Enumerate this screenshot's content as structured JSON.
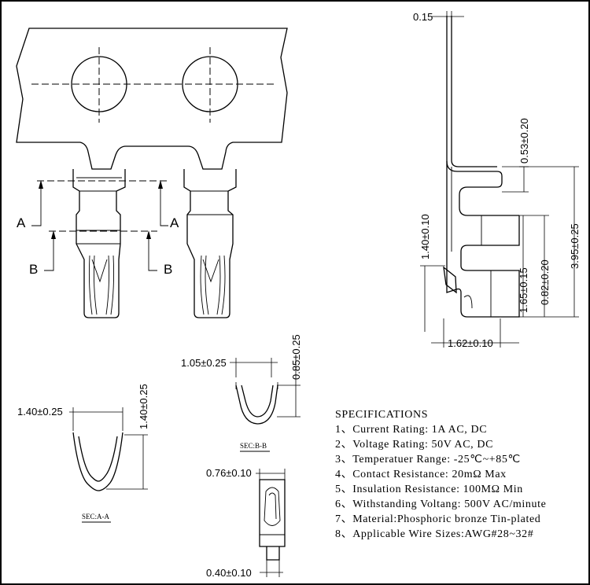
{
  "dimensions": {
    "top_thickness": "0.15",
    "upper_height": "0.53±0.20",
    "lower_height": "1.40±0.10",
    "total_height": "3.95±0.25",
    "mid_height": "1.65±0.15",
    "mid_small": "0.82±0.20",
    "bottom_width": "1.62±0.10",
    "secb_width": "1.05±0.25",
    "secb_height": "0.85±0.25",
    "seca_width": "1.40±0.25",
    "seca_height": "1.40±0.25",
    "detail_top_width": "0.76±0.10",
    "detail_bottom_width": "0.40±0.10"
  },
  "sections": {
    "a_label": "A",
    "b_label": "B",
    "sec_a": "SEC:A-A",
    "sec_b": "SEC:B-B"
  },
  "specifications": {
    "title": "SPECIFICATIONS",
    "items": [
      "1、Current Rating: 1A AC, DC",
      "2、Voltage Rating: 50V AC, DC",
      "3、Temperatuer Range: -25℃~+85℃",
      "4、Contact Resistance: 20mΩ Max",
      "5、Insulation Resistance: 100MΩ Min",
      "6、Withstanding Voltang: 500V AC/minute",
      "7、Material:Phosphoric bronze Tin-plated",
      "8、Applicable Wire Sizes:AWG#28~32#"
    ]
  }
}
